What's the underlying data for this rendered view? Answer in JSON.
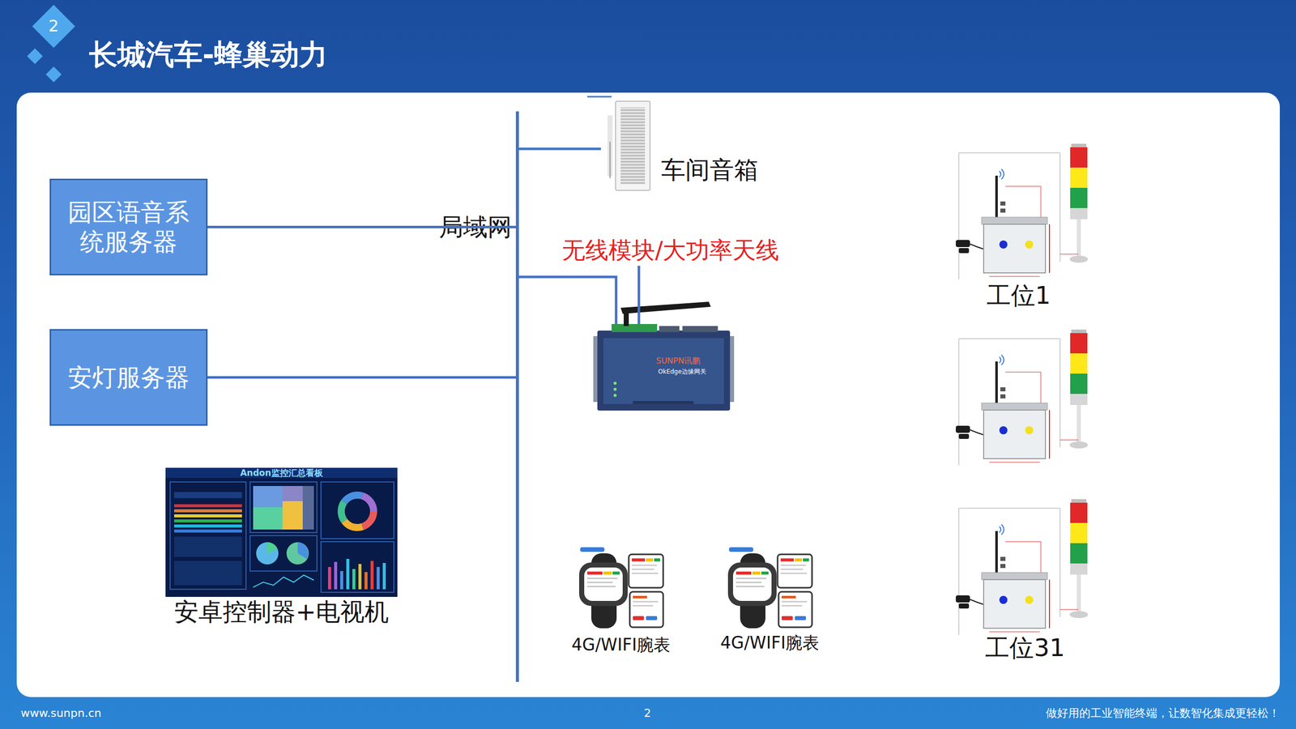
{
  "diagram": {
    "title": "长城汽车-蜂巢动力",
    "nodes": [
      {
        "text": [
          "园区语音系统服务器"
        ]
      },
      {
        "text": [
          "安灯服务器"
        ]
      },
      {
        "text": [
          "局域网"
        ]
      },
      {
        "text": [
          "车间音箱"
        ]
      },
      {
        "text": [
          "无线模块/大功率天线"
        ]
      },
      {
        "text": [
          "安卓控制器+电视机"
        ]
      },
      {
        "text": [
          "4G/WIFI腕表"
        ]
      },
      {
        "text": [
          "4G/WIFI腕表"
        ]
      },
      {
        "text": [
          "工位1"
        ]
      },
      {
        "text": [
          "工位31"
        ]
      }
    ],
    "edges": [
      {
        "from": 0,
        "to": 2,
        "arrow": "none"
      },
      {
        "from": 1,
        "to": 2,
        "arrow": "none"
      },
      {
        "from": 2,
        "to": 3,
        "arrow": "none"
      },
      {
        "from": 2,
        "to": 4,
        "arrow": "none"
      }
    ],
    "labels": [
      "2",
      "Andon监控汇总看板",
      "SUNPN讯鹏",
      "OkEdge边缘网关",
      "www.sunpn.cn",
      "2",
      "做好用的工业智能终端，让数智化集成更轻松！"
    ]
  }
}
